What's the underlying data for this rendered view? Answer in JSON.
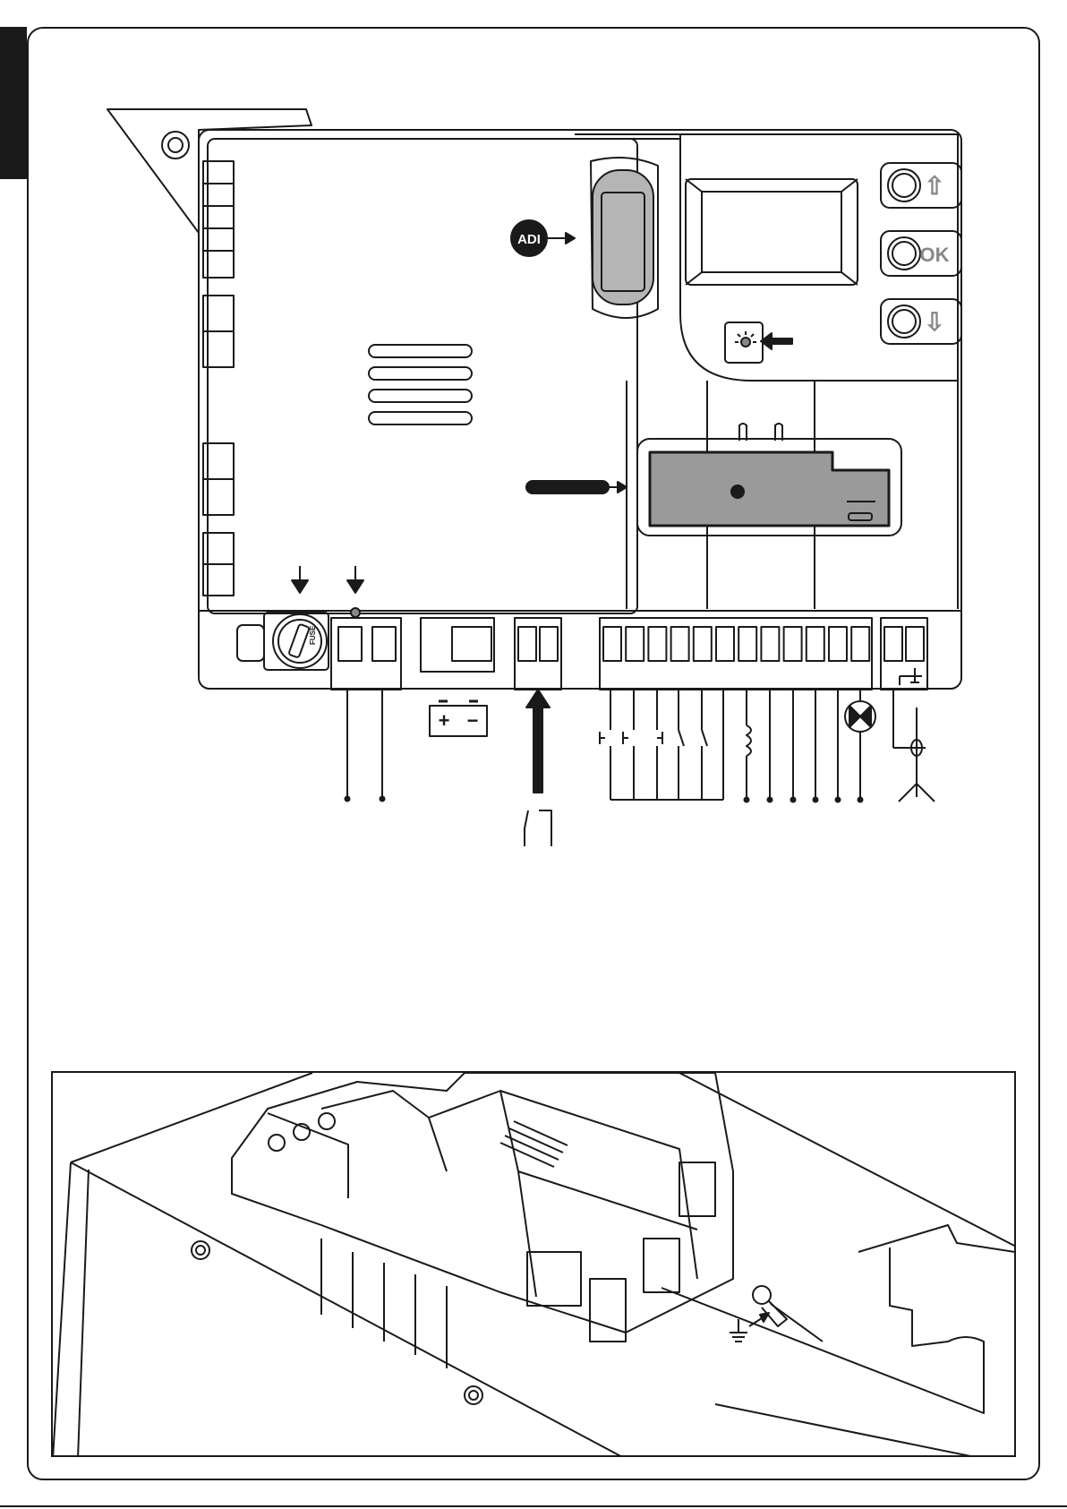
{
  "board": {
    "logo_text": "ADI",
    "buttons": [
      {
        "label": "⇧",
        "name": "up"
      },
      {
        "label": "OK",
        "name": "ok"
      },
      {
        "label": "⇩",
        "name": "down"
      }
    ],
    "fuse_text": "FUSE",
    "battery_symbols": {
      "plus": "+",
      "minus": "−"
    }
  },
  "colors": {
    "line": "#1a1a1a",
    "radio_module": "#9a9a9a",
    "radio_slot": "#b5b5b5",
    "led": "#888888"
  }
}
